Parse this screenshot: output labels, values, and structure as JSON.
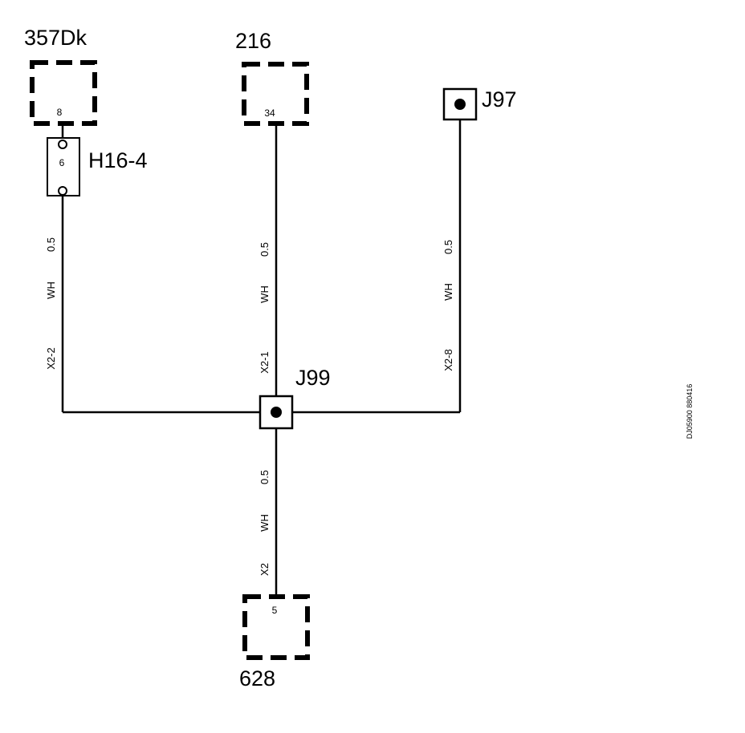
{
  "components": {
    "c357dk": {
      "label": "357Dk",
      "pin": "8"
    },
    "c216": {
      "label": "216",
      "pin": "34"
    },
    "c628": {
      "label": "628",
      "pin": "5"
    },
    "h16_4": {
      "label": "H16-4",
      "pin": "6"
    }
  },
  "junctions": {
    "j97": {
      "label": "J97"
    },
    "j99": {
      "label": "J99"
    }
  },
  "wires": {
    "left": {
      "size": "0.5",
      "color": "WH",
      "conn": "X2-2"
    },
    "center_top": {
      "size": "0.5",
      "color": "WH",
      "conn": "X2-1"
    },
    "right": {
      "size": "0.5",
      "color": "WH",
      "conn": "X2-8"
    },
    "bottom": {
      "size": "0.5",
      "color": "WH",
      "conn": "X2"
    }
  },
  "document_id": "DJ05900 880416"
}
